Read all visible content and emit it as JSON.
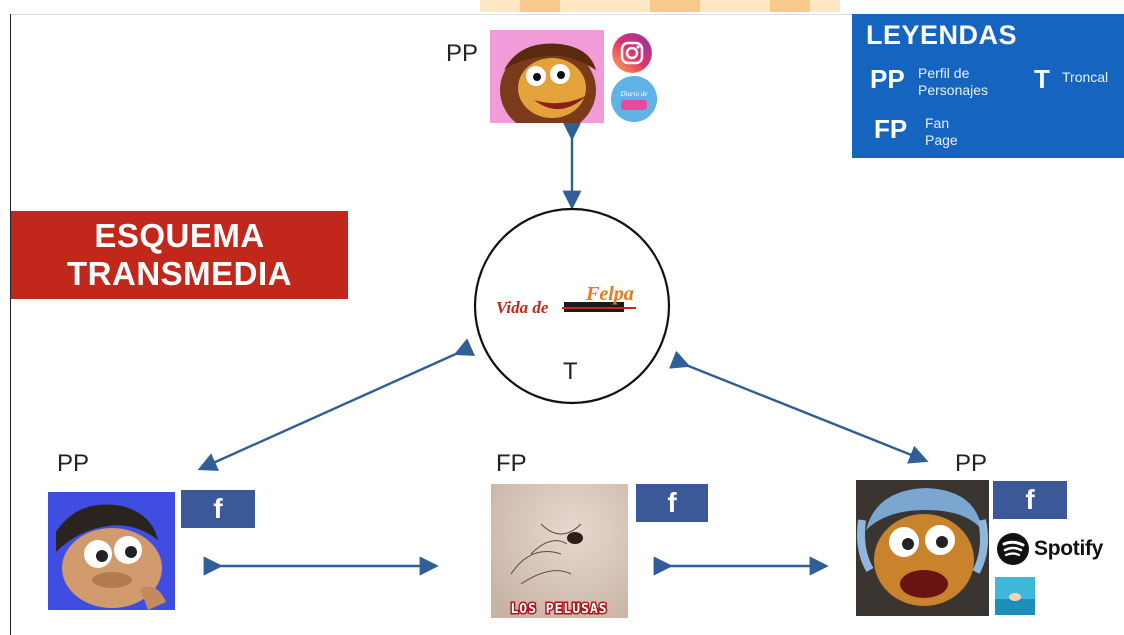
{
  "title": {
    "line1": "ESQUEMA",
    "line2": "TRANSMEDIA"
  },
  "legend": {
    "title": "LEYENDAS",
    "items": [
      {
        "abbr": "PP",
        "desc_line1": "Perfil de",
        "desc_line2": "Personajes"
      },
      {
        "abbr": "T",
        "desc_line1": "Troncal",
        "desc_line2": ""
      },
      {
        "abbr": "FP",
        "desc_line1": "Fan",
        "desc_line2": "Page"
      }
    ]
  },
  "nodes": {
    "top": {
      "label": "PP"
    },
    "center": {
      "label": "T",
      "logo_text": "Vida de",
      "logo_overlay": "Felpa"
    },
    "bottom_left": {
      "label": "PP"
    },
    "bottom_center": {
      "label": "FP",
      "caption": "LOS PELUSAS"
    },
    "bottom_right": {
      "label": "PP"
    }
  },
  "icons": {
    "facebook_glyph": "f",
    "spotify_text": "Spotify",
    "diario_text": "Diario de"
  },
  "colors": {
    "title_bg": "#c1271b",
    "legend_bg": "#1565c0",
    "arrow": "#2f5f96",
    "facebook": "#3b5998"
  }
}
